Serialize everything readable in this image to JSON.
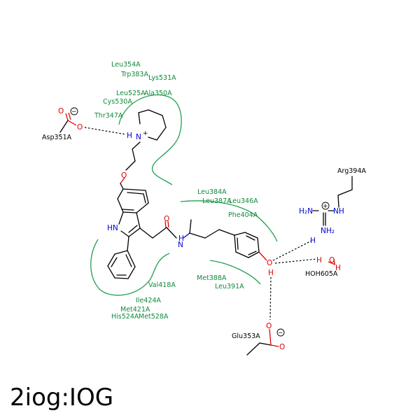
{
  "caption": "2iog:IOG",
  "residues": {
    "leu354": "Leu354A",
    "trp383": "Trp383A",
    "lys531": "Lys531A",
    "leu525": "Leu525A",
    "ala350": "Ala350A",
    "cys530": "Cys530A",
    "thr347": "Thr347A",
    "asp351": "Asp351A",
    "arg394": "Arg394A",
    "leu384": "Leu384A",
    "leu387": "Leu387A",
    "leu346": "Leu346A",
    "phe404": "Phe404A",
    "met388": "Met388A",
    "leu391": "Leu391A",
    "val418": "Val418A",
    "ile424": "Ile424A",
    "met421": "Met421A",
    "his524": "His524A",
    "met528": "Met528A",
    "hoh605": "HOH605A",
    "glu353": "Glu353A"
  },
  "atoms": {
    "o": "O",
    "n": "N",
    "nh": "NH",
    "hn": "HN",
    "h": "H",
    "nh2": "NH₂",
    "h2n": "H₂N"
  },
  "charges": {
    "minus": "−",
    "plus": "+"
  },
  "colors": {
    "carbon_bond": "#000000",
    "oxygen": "#e00000",
    "nitrogen": "#0000dd",
    "contact_arc": "#22a050",
    "residue_label": "#108a3c"
  }
}
